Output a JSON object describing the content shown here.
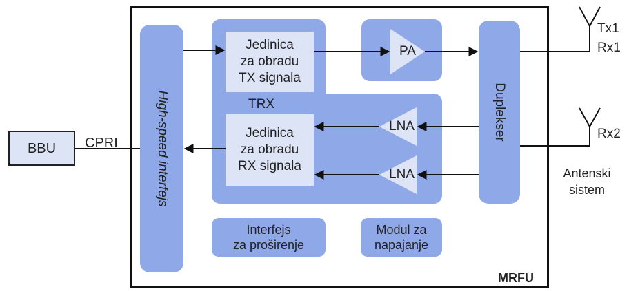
{
  "bbu_label": "BBU",
  "cpri_label": "CPRI",
  "hsi_label": "High-speed interfejs",
  "tx_unit": [
    "Jedinica",
    "za obradu",
    "TX signala"
  ],
  "trx_label": "TRX",
  "rx_unit": [
    "Jedinica",
    "za obradu",
    "RX signala"
  ],
  "pa_label": "PA",
  "lna_labels": [
    "LNA",
    "LNA"
  ],
  "duplexer_label": "Duplekser",
  "ext_interface": [
    "Interfejs",
    "za proširenje"
  ],
  "power_module": [
    "Modul za",
    "napajanje"
  ],
  "mrfu_label": "MRFU",
  "antenna_labels": [
    "Tx1",
    "Rx1",
    "Rx2"
  ],
  "antenna_system": [
    "Antenski",
    "sistem"
  ],
  "colors": {
    "block": "#8fa8e8",
    "inner": "#dde4f6",
    "line": "#111111"
  }
}
